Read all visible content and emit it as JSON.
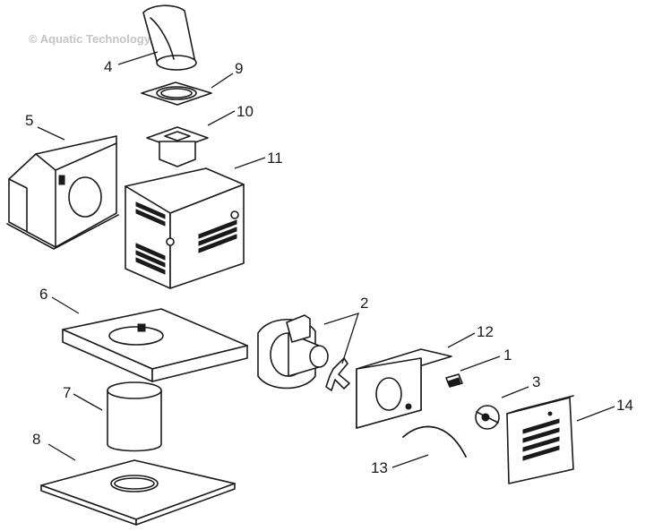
{
  "watermark": "© Aquatic Technology, Inc.",
  "part_numbers": {
    "p1": "1",
    "p2": "2",
    "p3": "3",
    "p4": "4",
    "p5": "5",
    "p6": "6",
    "p7": "7",
    "p8": "8",
    "p9": "9",
    "p10": "10",
    "p11": "11",
    "p12": "12",
    "p13": "13",
    "p14": "14"
  }
}
